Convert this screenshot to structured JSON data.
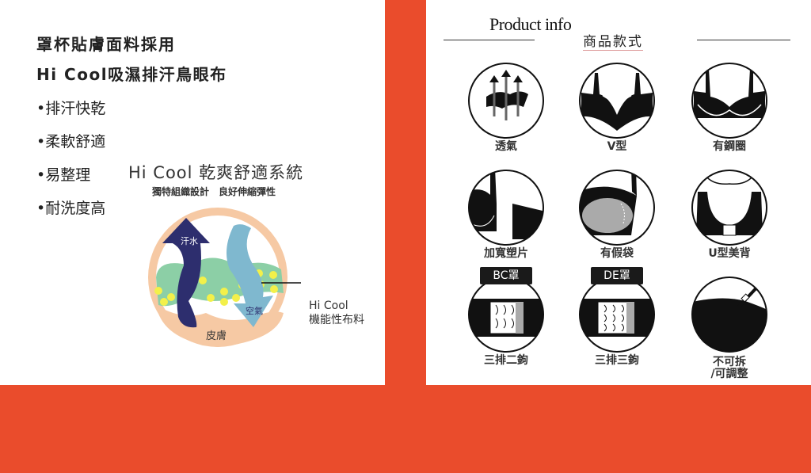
{
  "left": {
    "heading1": "罩杯貼膚面料採用",
    "heading2": "Hi Cool吸濕排汗鳥眼布",
    "bullets": [
      "•排汗快乾",
      "•柔軟舒適",
      "•易整理",
      "•耐洗度高"
    ],
    "system_title": "Hi Cool 乾爽舒適系統",
    "system_subtitle": "獨特組織設計　良好伸縮彈性",
    "diagram": {
      "sweat": "汗水",
      "air": "空氣",
      "skin": "皮膚",
      "fabric_line1": "Hi Cool",
      "fabric_line2": "機能性布料"
    }
  },
  "right": {
    "title_en": "Product info",
    "title_zh": "商品款式",
    "features": [
      {
        "label": "透氣",
        "icon": "breathable-icon"
      },
      {
        "label": "V型",
        "icon": "v-shape-bra-icon"
      },
      {
        "label": "有鋼圈",
        "icon": "underwire-icon"
      },
      {
        "label": "加寬塑片",
        "icon": "wide-side-panel-icon"
      },
      {
        "label": "有假袋",
        "icon": "pad-pocket-icon"
      },
      {
        "label": "U型美背",
        "icon": "u-back-icon"
      },
      {
        "label": "三排二鉤",
        "tag": "BC罩",
        "icon": "hook-3x2-icon"
      },
      {
        "label": "三排三鉤",
        "tag": "DE罩",
        "icon": "hook-3x3-icon"
      },
      {
        "label": "不可拆",
        "label2": "/可調整",
        "icon": "adjustable-strap-icon"
      }
    ]
  },
  "colors": {
    "accent": "#ea4c2c",
    "navy": "#2d2e6e",
    "lightblue": "#7fb8cf",
    "green": "#8ccfa6",
    "yellow": "#f3f04a",
    "skin": "#f6c9a4"
  }
}
